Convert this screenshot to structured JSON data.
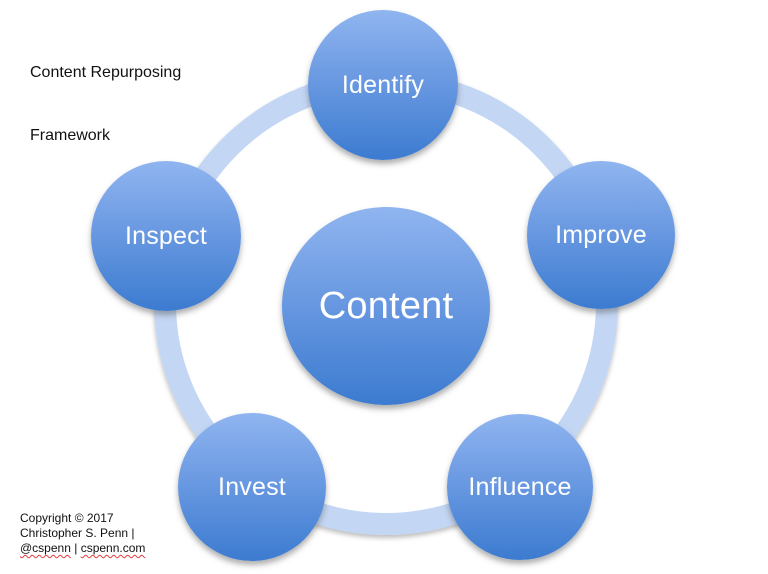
{
  "title": {
    "lines": [
      "Content Repurposing",
      "Framework"
    ]
  },
  "diagram": {
    "center": {
      "label": "Content"
    },
    "nodes": [
      {
        "id": "identify",
        "label": "Identify"
      },
      {
        "id": "improve",
        "label": "Improve"
      },
      {
        "id": "influence",
        "label": "Influence"
      },
      {
        "id": "invest",
        "label": "Invest"
      },
      {
        "id": "inspect",
        "label": "Inspect"
      }
    ],
    "colors": {
      "node_gradient_top": "#90b5f0",
      "node_gradient_bottom": "#3c7bd0",
      "ring": "#c3d6f4",
      "label_text": "#ffffff",
      "title_text": "#111111"
    }
  },
  "footer": {
    "line1": "Copyright © 2017",
    "line2": "Christopher S. Penn |",
    "line3_handle": "@cspenn",
    "line3_separator": " | ",
    "line3_domain": "cspenn.com"
  }
}
